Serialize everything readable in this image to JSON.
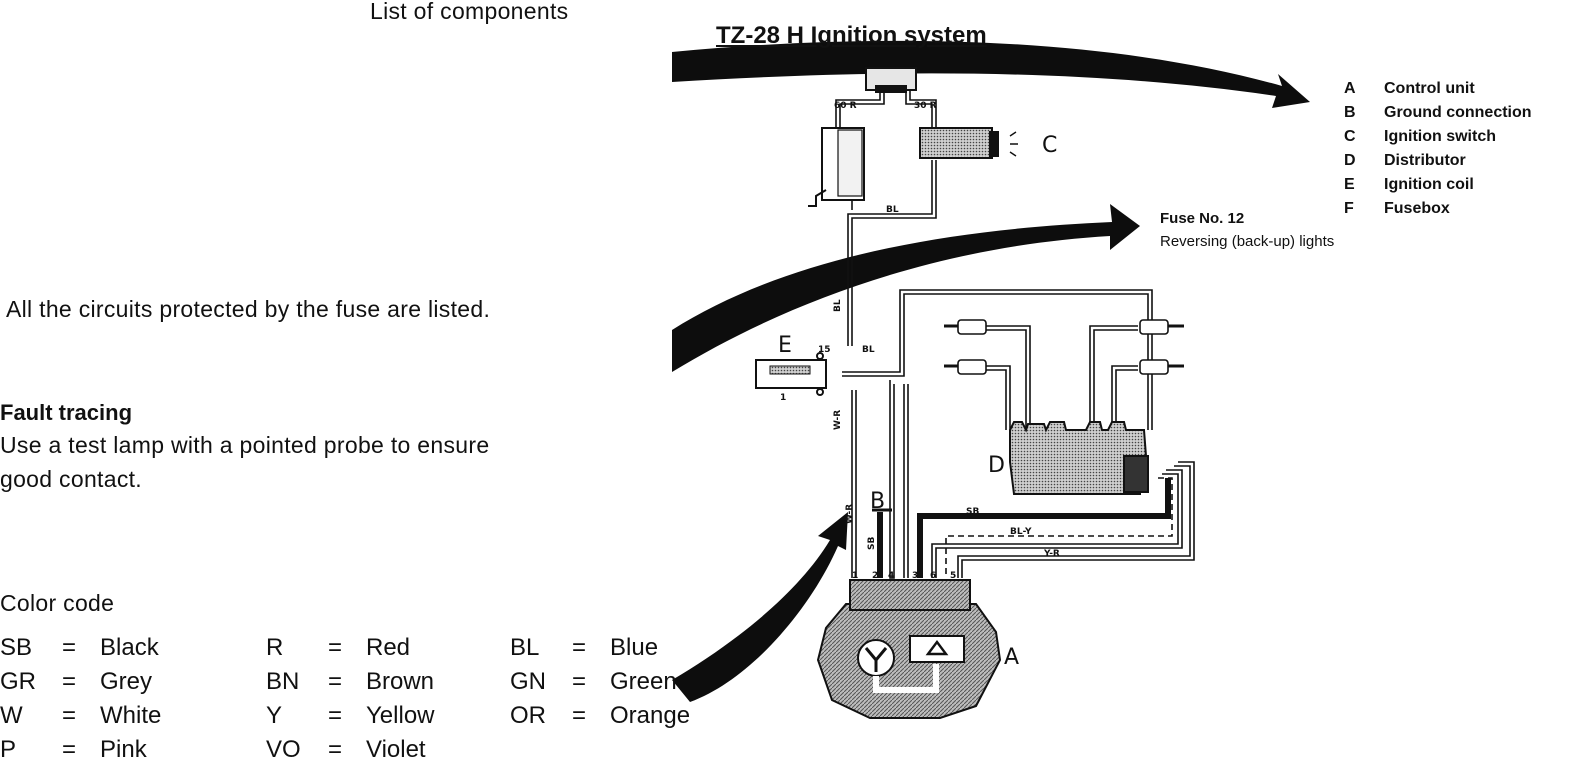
{
  "header": {
    "list_title": "List of components",
    "diagram_title": "TZ-28 H Ignition system"
  },
  "components": [
    {
      "key": "A",
      "label": "Control unit"
    },
    {
      "key": "B",
      "label": "Ground connection"
    },
    {
      "key": "C",
      "label": "Ignition switch"
    },
    {
      "key": "D",
      "label": "Distributor"
    },
    {
      "key": "E",
      "label": "Ignition coil"
    },
    {
      "key": "F",
      "label": "Fusebox"
    }
  ],
  "fuse": {
    "title": "Fuse No. 12",
    "desc": "Reversing (back-up) lights"
  },
  "circuits_note": "All the circuits protected by the fuse are listed.",
  "fault_tracing": {
    "title": "Fault tracing",
    "line1": "Use a test lamp with a pointed probe to ensure",
    "line2": "good contact."
  },
  "color_code": {
    "title": "Color code",
    "eq": "=",
    "columns": [
      [
        {
          "code": "SB",
          "name": "Black"
        },
        {
          "code": "GR",
          "name": "Grey"
        },
        {
          "code": "W",
          "name": "White"
        },
        {
          "code": "P",
          "name": "Pink"
        }
      ],
      [
        {
          "code": "R",
          "name": "Red"
        },
        {
          "code": "BN",
          "name": "Brown"
        },
        {
          "code": "Y",
          "name": "Yellow"
        },
        {
          "code": "VO",
          "name": "Violet"
        }
      ],
      [
        {
          "code": "BL",
          "name": "Blue"
        },
        {
          "code": "GN",
          "name": "Green"
        },
        {
          "code": "OR",
          "name": "Orange"
        }
      ]
    ]
  },
  "diagram_labels": {
    "A": "A",
    "B": "B",
    "C": "C",
    "D": "D",
    "E": "E",
    "w60r": "60 R",
    "w30r": "30 R",
    "wbl1": "BL",
    "wbl2": "BL",
    "wbl3": "BL",
    "wwr1": "W-R",
    "wwr2": "W-R",
    "wsb1": "SB",
    "wsb2": "SB",
    "wbly": "BL-Y",
    "wyr": "Y-R",
    "t15": "15",
    "t1": "1",
    "p1": "1",
    "p2": "2",
    "p4": "4",
    "p3": "3",
    "p6": "6",
    "p5": "5"
  },
  "colors": {
    "ink": "#111111",
    "arrow": "#0d0d0d",
    "hatch": "#8a8a8a"
  }
}
